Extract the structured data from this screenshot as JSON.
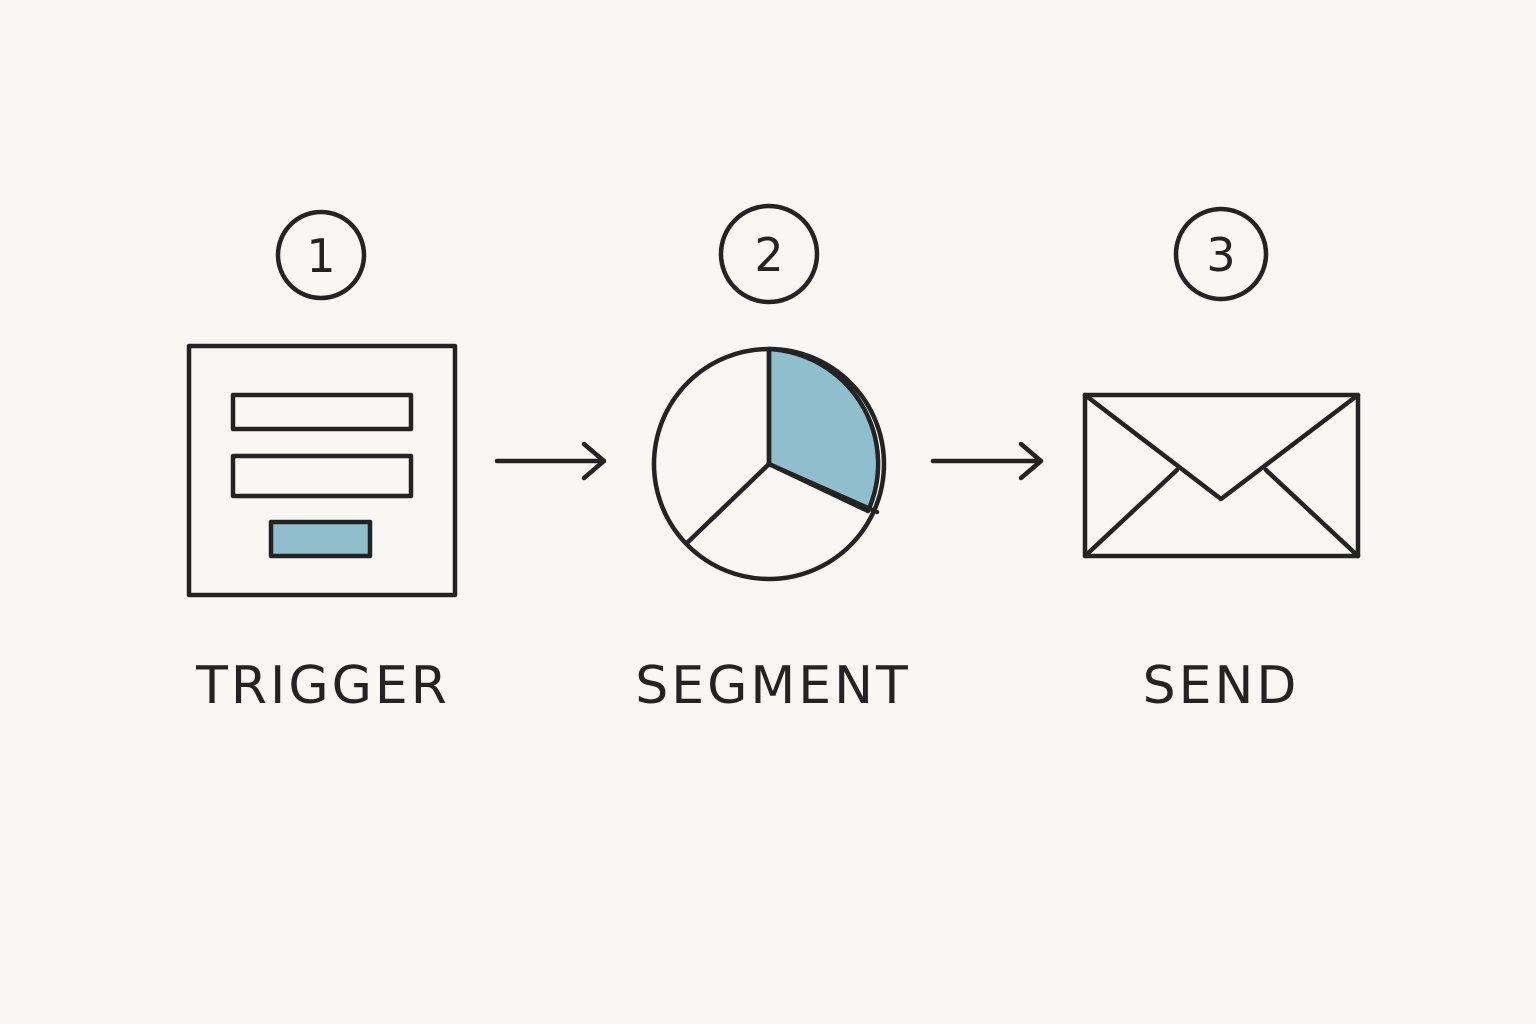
{
  "colors": {
    "background": "#f8f7f3",
    "ink": "#232323",
    "accent": "#8fbfcc"
  },
  "steps": [
    {
      "number": "1",
      "label": "TRIGGER",
      "icon": "form-icon"
    },
    {
      "number": "2",
      "label": "SEGMENT",
      "icon": "pie-chart-icon"
    },
    {
      "number": "3",
      "label": "SEND",
      "icon": "envelope-icon"
    }
  ]
}
